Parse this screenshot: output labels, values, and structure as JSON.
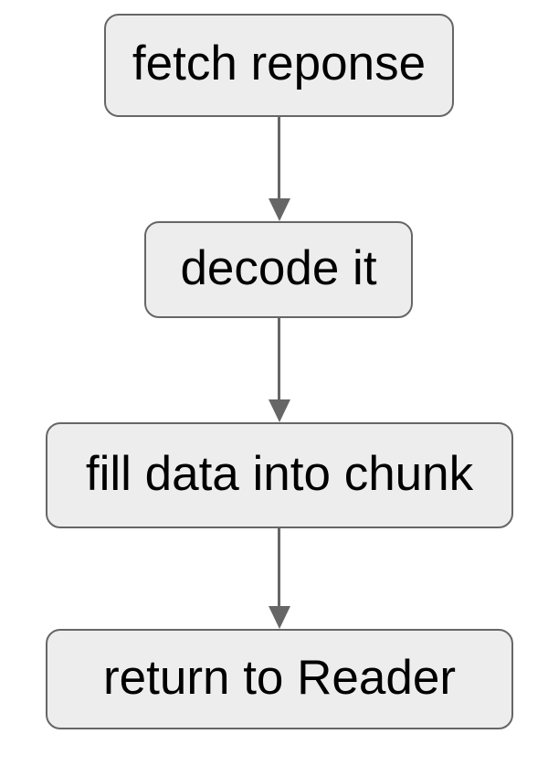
{
  "diagram": {
    "type": "flowchart",
    "direction": "top-down",
    "nodes": [
      {
        "id": "fetch-response",
        "label": "fetch reponse"
      },
      {
        "id": "decode-it",
        "label": "decode it"
      },
      {
        "id": "fill-data-into-chunk",
        "label": "fill data into chunk"
      },
      {
        "id": "return-to-reader",
        "label": "return to Reader"
      }
    ],
    "edges": [
      {
        "from": "fetch-response",
        "to": "decode-it"
      },
      {
        "from": "decode-it",
        "to": "fill-data-into-chunk"
      },
      {
        "from": "fill-data-into-chunk",
        "to": "return-to-reader"
      }
    ],
    "colors": {
      "background": "#ffffff",
      "node_fill": "#ededed",
      "node_border": "#666666",
      "arrow": "#666666",
      "text": "#000000"
    }
  }
}
